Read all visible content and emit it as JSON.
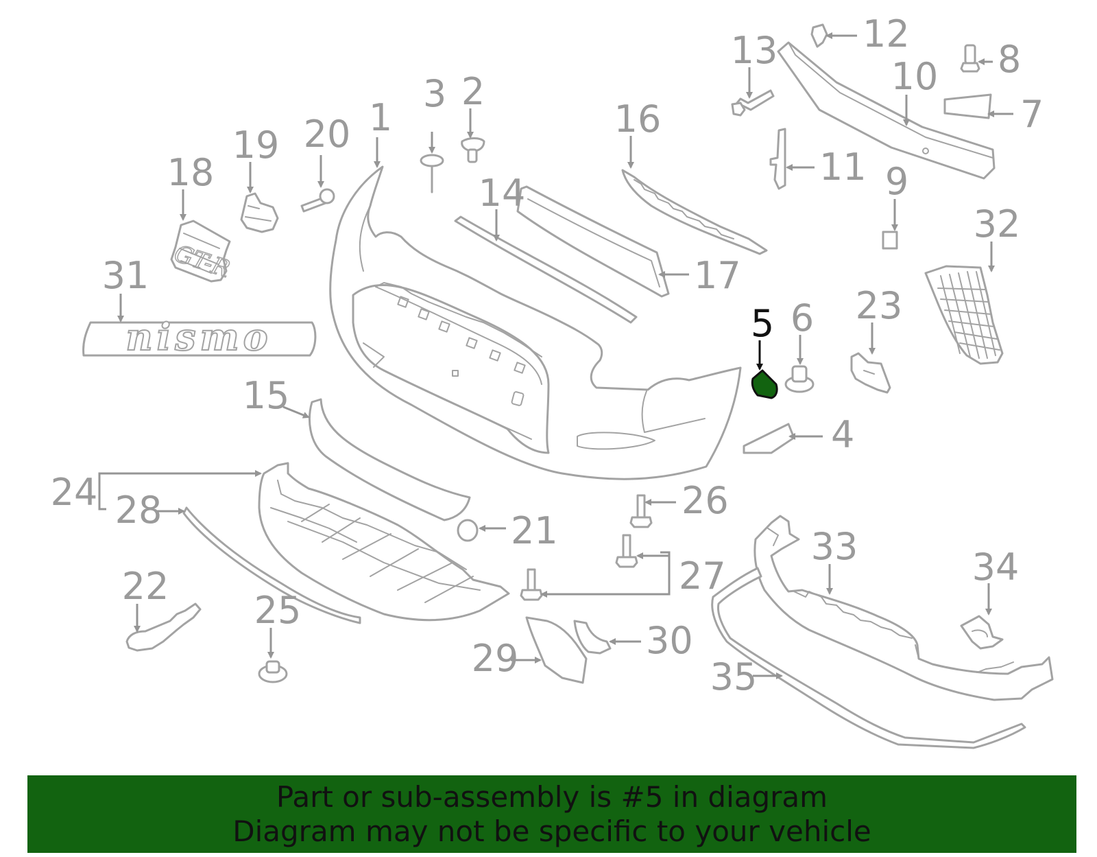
{
  "highlight_part": "5",
  "highlight_color": "#126310",
  "part_color": "#a3a3a3",
  "callouts": [
    "1",
    "2",
    "3",
    "4",
    "5",
    "6",
    "7",
    "8",
    "9",
    "10",
    "11",
    "12",
    "13",
    "14",
    "15",
    "16",
    "17",
    "18",
    "19",
    "20",
    "21",
    "22",
    "23",
    "24",
    "25",
    "26",
    "27",
    "28",
    "29",
    "30",
    "31",
    "32",
    "33",
    "34",
    "35"
  ],
  "emblem_text": "nismo",
  "badge_text": "GT-R",
  "banner": {
    "line1": "Part or sub-assembly is #5 in diagram",
    "line2": "Diagram may not be specific to your vehicle"
  }
}
